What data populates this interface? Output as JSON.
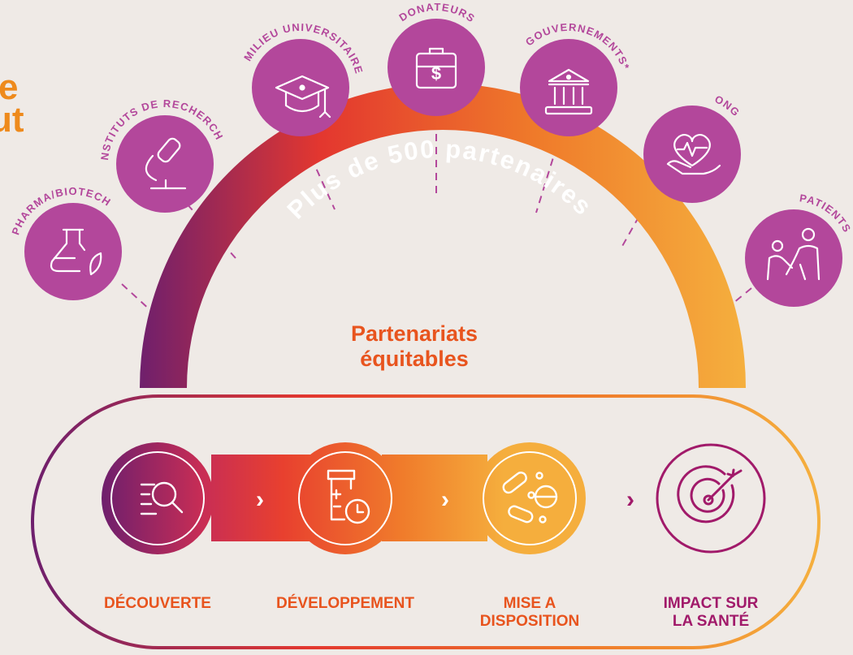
{
  "header": {
    "title_fragment_1": "e",
    "title_fragment_2": "ut"
  },
  "partners": [
    {
      "label": "PHARMA/BIOTECH",
      "icon": "flask-leaf-icon"
    },
    {
      "label": "INSTITUTS DE RECHERCHE",
      "icon": "microscope-icon"
    },
    {
      "label": "MILIEU UNIVERSITAIRE",
      "icon": "graduation-cap-icon"
    },
    {
      "label": "DONATEURS",
      "icon": "briefcase-dollar-icon"
    },
    {
      "label": "GOUVERNEMENTS*",
      "icon": "government-building-icon"
    },
    {
      "label": "ONG",
      "icon": "heart-hand-icon"
    },
    {
      "label": "PATIENTS",
      "icon": "people-icon"
    }
  ],
  "arch": {
    "arc_text": "Plus de 500 partenaires",
    "center_label": "Partenariats\néquitables"
  },
  "pipeline": {
    "separator": "›",
    "stages": [
      {
        "label": "DÉCOUVERTE",
        "icon": "search-list-icon"
      },
      {
        "label": "DÉVELOPPEMENT",
        "icon": "beaker-clock-icon"
      },
      {
        "label": "MISE A\nDISPOSITION",
        "icon": "pills-icon"
      },
      {
        "label": "IMPACT SUR\nLA SANTÉ",
        "icon": "target-arrow-icon"
      }
    ]
  },
  "colors": {
    "background": "#efeae6",
    "purple": "#b3479b",
    "deep_purple": "#6e1f6d",
    "red": "#e8412f",
    "orange": "#f0862a",
    "amber": "#f4aa3c",
    "label_orange": "#e8541e",
    "impact_magenta": "#a11a6a",
    "headline_orange": "#ee8a1c"
  }
}
